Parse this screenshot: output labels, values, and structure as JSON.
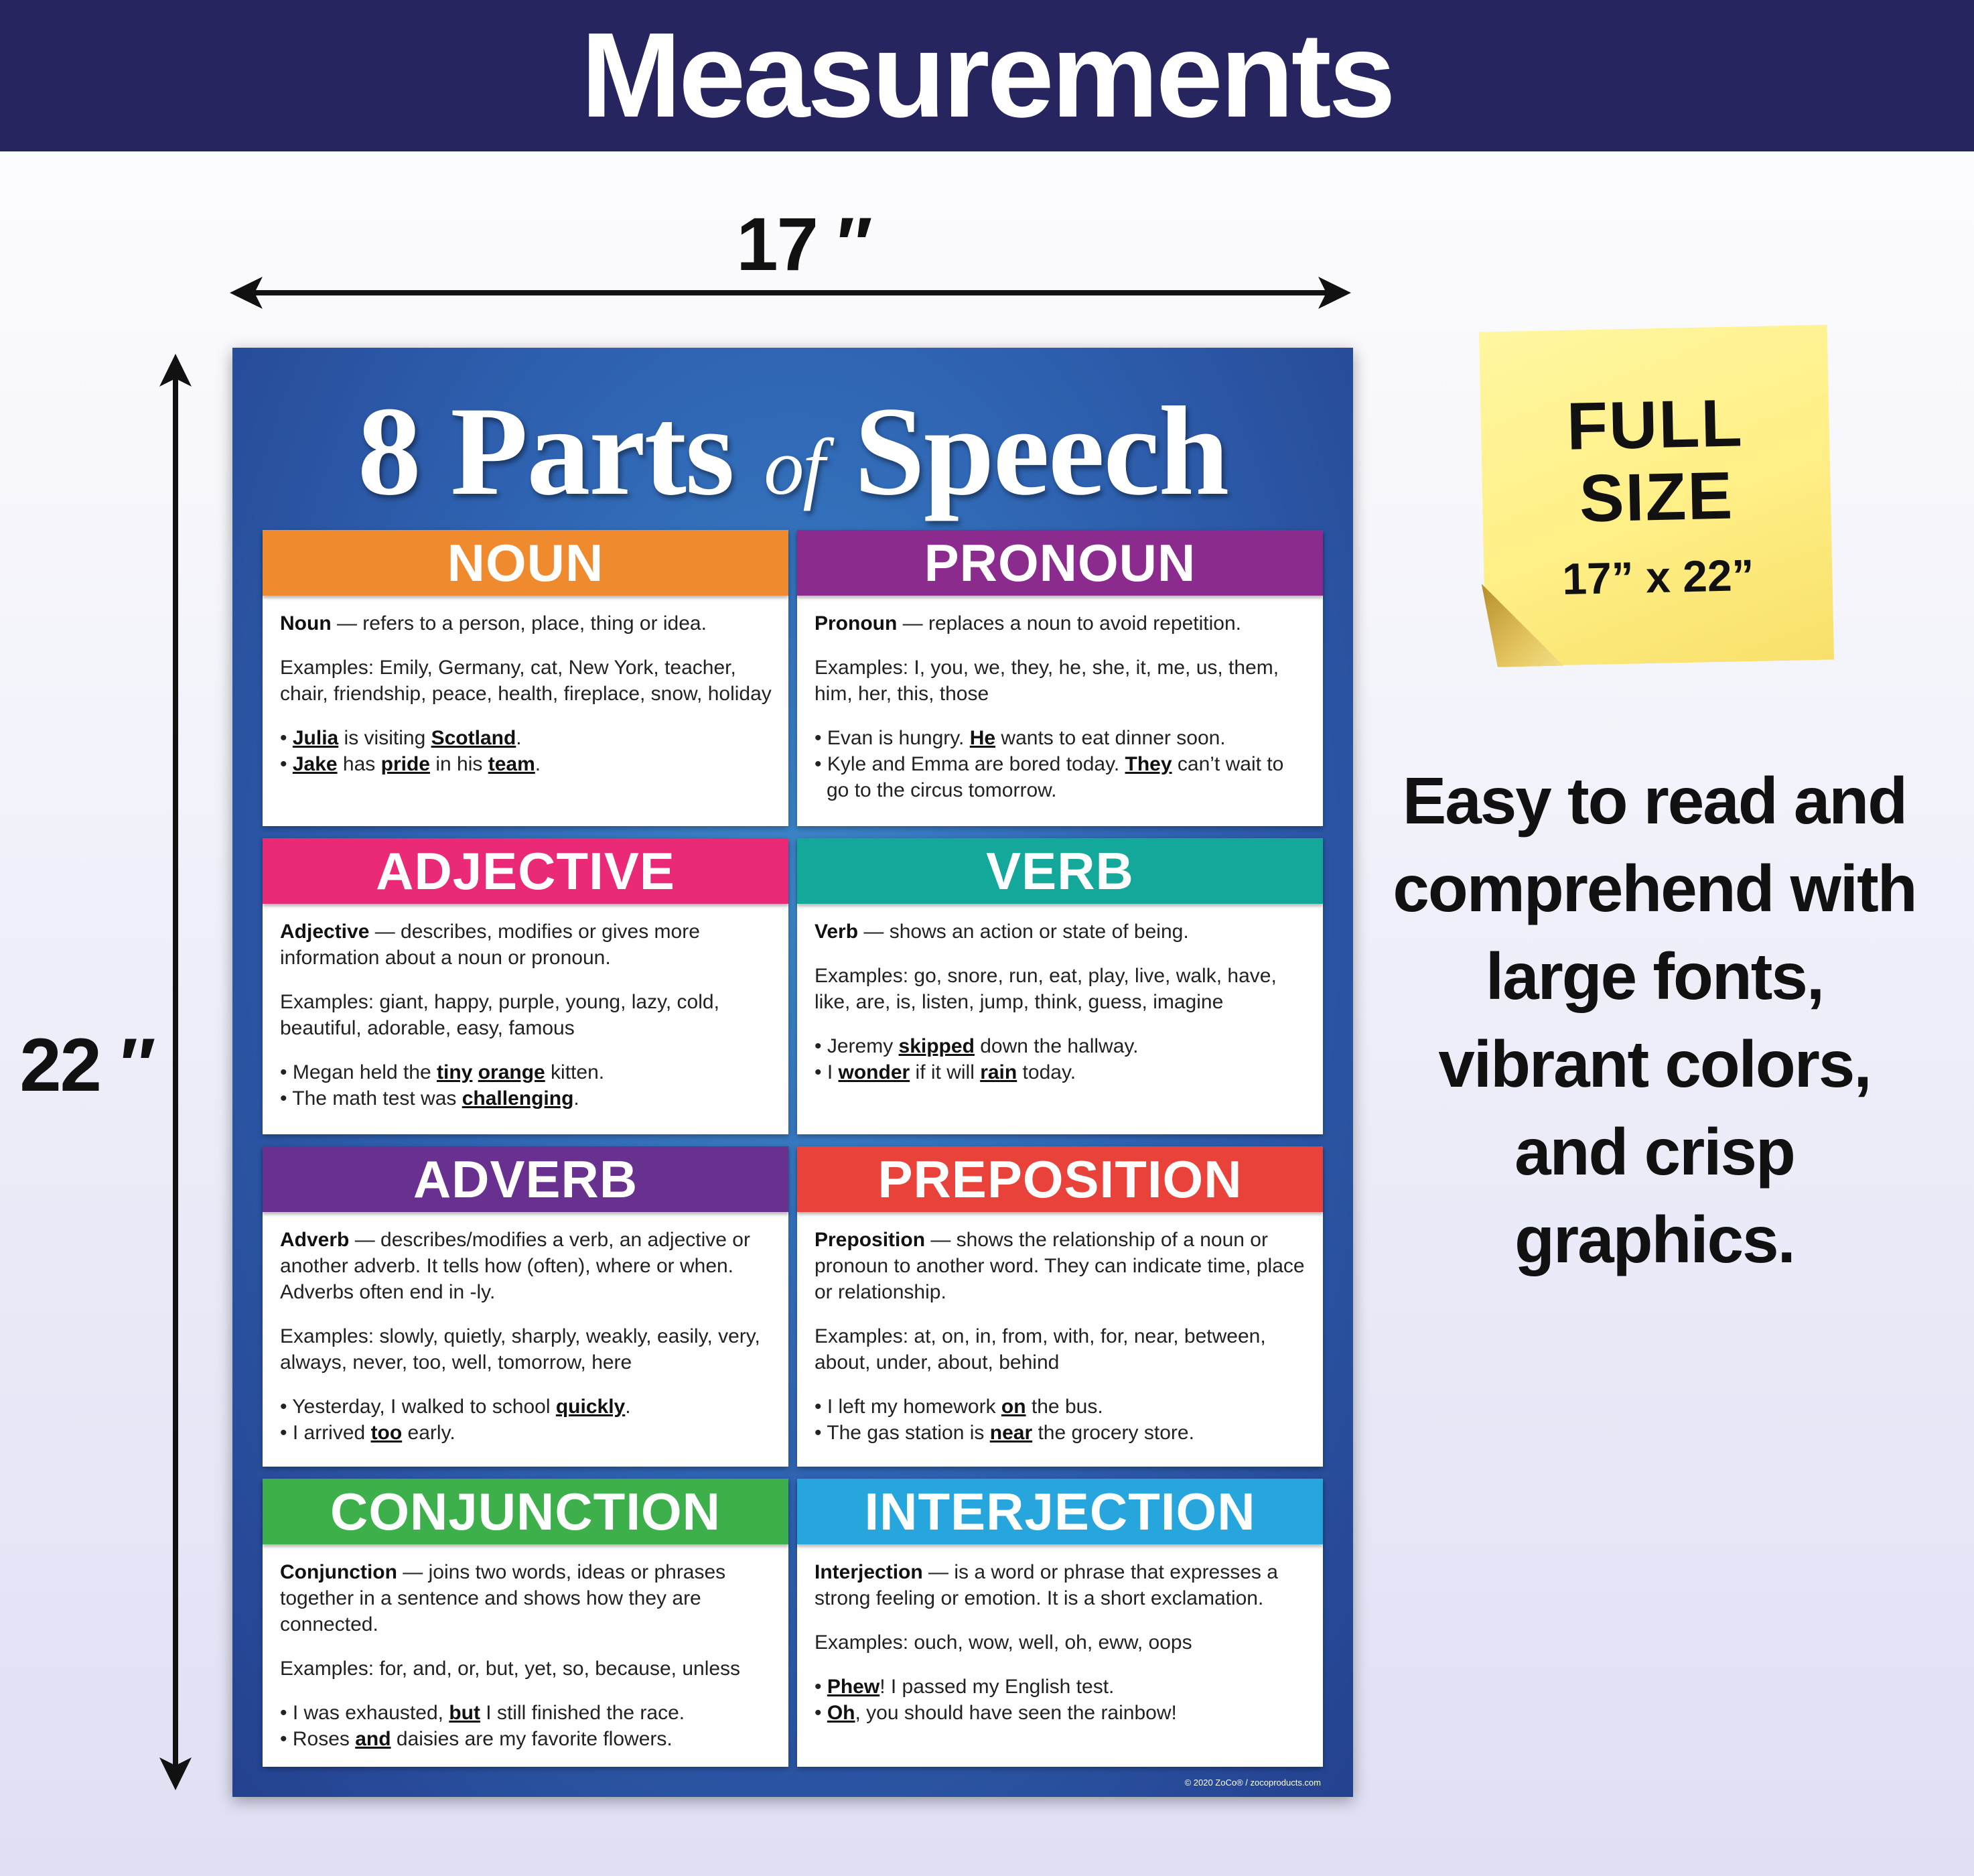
{
  "banner": {
    "title": "Measurements"
  },
  "dimensions": {
    "width_label": "17 ″",
    "height_label": "22 ″"
  },
  "poster": {
    "title_part1": "8 Parts ",
    "title_of": "of",
    "title_part2": " Speech",
    "copyright": "© 2020 ZoCo® / zocoproducts.com",
    "cards": [
      {
        "title": "NOUN",
        "color": "#ef8a2f",
        "term": "Noun",
        "definition": " — refers to a person, place, thing or idea.",
        "examples": "Examples: Emily, Germany, cat, New York, teacher, chair, friendship, peace, health, fireplace, snow, holiday",
        "sentences": [
          [
            [
              "b",
              "Julia"
            ],
            [
              "t",
              " is visiting "
            ],
            [
              "b",
              "Scotland"
            ],
            [
              "t",
              "."
            ]
          ],
          [
            [
              "b",
              "Jake"
            ],
            [
              "t",
              " has "
            ],
            [
              "b",
              "pride"
            ],
            [
              "t",
              " in his "
            ],
            [
              "b",
              "team"
            ],
            [
              "t",
              "."
            ]
          ]
        ]
      },
      {
        "title": "PRONOUN",
        "color": "#8a2b8d",
        "term": "Pronoun",
        "definition": " — replaces a noun to avoid repetition.",
        "examples": "Examples: I, you, we, they, he, she, it, me, us, them, him, her, this, those",
        "sentences": [
          [
            [
              "t",
              "Evan is hungry. "
            ],
            [
              "b",
              "He"
            ],
            [
              "t",
              " wants to eat dinner soon."
            ]
          ],
          [
            [
              "t",
              "Kyle and Emma are bored today. "
            ],
            [
              "b",
              "They"
            ],
            [
              "t",
              " can’t wait to go to the circus tomorrow."
            ]
          ]
        ]
      },
      {
        "title": "ADJECTIVE",
        "color": "#ea2a77",
        "term": "Adjective",
        "definition": " — describes, modifies or gives more information about a noun or pronoun.",
        "examples": "Examples: giant, happy, purple, young, lazy, cold, beautiful, adorable, easy, famous",
        "sentences": [
          [
            [
              "t",
              "Megan held the "
            ],
            [
              "b",
              "tiny"
            ],
            [
              "t",
              " "
            ],
            [
              "b",
              "orange"
            ],
            [
              "t",
              " kitten."
            ]
          ],
          [
            [
              "t",
              "The math test was "
            ],
            [
              "b",
              "challenging"
            ],
            [
              "t",
              "."
            ]
          ]
        ]
      },
      {
        "title": "VERB",
        "color": "#14a89b",
        "term": "Verb",
        "definition": " — shows an action or state of being.",
        "examples": "Examples: go, snore, run, eat, play, live, walk, have, like, are, is, listen, jump, think, guess, imagine",
        "sentences": [
          [
            [
              "t",
              "Jeremy "
            ],
            [
              "b",
              "skipped"
            ],
            [
              "t",
              " down the hallway."
            ]
          ],
          [
            [
              "t",
              "I "
            ],
            [
              "b",
              "wonder"
            ],
            [
              "t",
              " if it will "
            ],
            [
              "b",
              "rain"
            ],
            [
              "t",
              " today."
            ]
          ]
        ]
      },
      {
        "title": "ADVERB",
        "color": "#69318f",
        "term": "Adverb",
        "definition": " — describes/modifies a verb, an adjective or another adverb. It tells how (often), where or when. Adverbs often end in -ly.",
        "examples": "Examples: slowly, quietly, sharply, weakly, easily, very, always, never, too, well, tomorrow, here",
        "sentences": [
          [
            [
              "t",
              "Yesterday, I walked to school "
            ],
            [
              "b",
              "quickly"
            ],
            [
              "t",
              "."
            ]
          ],
          [
            [
              "t",
              "I arrived "
            ],
            [
              "b",
              "too"
            ],
            [
              "t",
              " early."
            ]
          ]
        ]
      },
      {
        "title": "PREPOSITION",
        "color": "#e8423a",
        "term": "Preposition",
        "definition": " — shows the relationship of a noun or pronoun to another word. They can indicate time, place or relationship.",
        "examples": "Examples: at, on, in, from, with, for, near, between, about, under, about, behind",
        "sentences": [
          [
            [
              "t",
              "I left my homework "
            ],
            [
              "b",
              "on"
            ],
            [
              "t",
              " the bus."
            ]
          ],
          [
            [
              "t",
              "The gas station is "
            ],
            [
              "b",
              "near"
            ],
            [
              "t",
              " the grocery store."
            ]
          ]
        ]
      },
      {
        "title": "CONJUNCTION",
        "color": "#3db04b",
        "term": "Conjunction",
        "definition": " — joins two words, ideas or phrases together in a sentence and shows how they are connected.",
        "examples": "Examples: for, and, or, but, yet, so, because, unless",
        "sentences": [
          [
            [
              "t",
              "I was exhausted, "
            ],
            [
              "b",
              "but"
            ],
            [
              "t",
              " I still finished the race."
            ]
          ],
          [
            [
              "t",
              "Roses "
            ],
            [
              "b",
              "and"
            ],
            [
              "t",
              " daisies are my favorite flowers."
            ]
          ]
        ]
      },
      {
        "title": "INTERJECTION",
        "color": "#27a6de",
        "term": "Interjection",
        "definition": " — is a word or phrase that expresses a strong feeling or emotion. It is a short exclamation.",
        "examples": "Examples: ouch, wow, well, oh, eww, oops",
        "sentences": [
          [
            [
              "b",
              "Phew"
            ],
            [
              "t",
              "! I passed my English test."
            ]
          ],
          [
            [
              "b",
              "Oh"
            ],
            [
              "t",
              ", you should have seen the rainbow!"
            ]
          ]
        ]
      }
    ]
  },
  "sticky_note": {
    "line1": "FULL",
    "line2": "SIZE",
    "size": "17” x 22”",
    "color": "#ffef86"
  },
  "promo": {
    "text": "Easy to read and comprehend with large fonts, vibrant colors, and crisp graphics."
  },
  "colors": {
    "banner": "#262560",
    "poster_blue": "#2f64b3"
  }
}
